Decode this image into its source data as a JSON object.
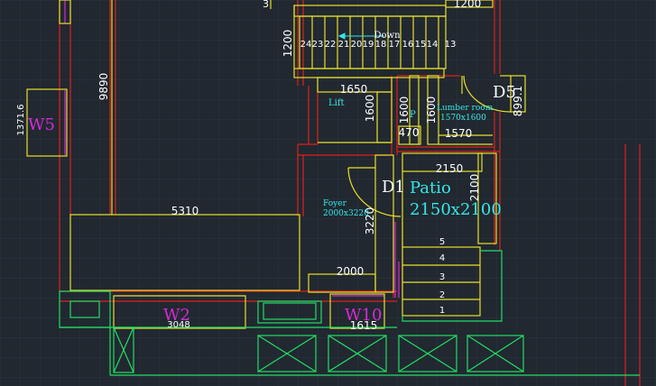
{
  "colors": {
    "background": "#212830",
    "grid": "#2c3540",
    "wall_red": "#e0201c",
    "yellow": "#e8e02a",
    "magenta": "#d62ad6",
    "cyan": "#35e8e8",
    "green": "#22dd66",
    "white": "#ffffff"
  },
  "dimensions": {
    "d_3": "3",
    "d_1200_top": "1200",
    "d_9890": "9890",
    "d_1371_6": "1371.6",
    "d_1200_stair": "1200",
    "d_1650": "1650",
    "d_1600_a": "1600",
    "d_1600_b": "1600",
    "d_1600_c": "1600",
    "d_470": "470",
    "d_1570": "1570",
    "d_899_1": "899.1",
    "d_2150": "2150",
    "d_2100": "2100",
    "d_5310": "5310",
    "d_3220": "3220",
    "d_2000": "2000",
    "d_3048": "3048",
    "d_1615": "1615"
  },
  "stair_top": {
    "steps": [
      "24",
      "23",
      "22",
      "21",
      "20",
      "19",
      "18",
      "17",
      "16",
      "15",
      "14",
      "13"
    ],
    "direction_label": "Down"
  },
  "stair_bottom": {
    "steps": [
      "5",
      "4",
      "3",
      "2",
      "1"
    ]
  },
  "labels": {
    "lift": "Lift",
    "p": "P",
    "lumber_room": "Lumber room",
    "lumber_room_size": "1570x1600",
    "foyer": "Foyer",
    "foyer_size": "2000x3220",
    "patio": "Patio",
    "patio_size": "2150x2100"
  },
  "tags": {
    "w5": "W5",
    "w2": "W2",
    "w10": "W10",
    "d5": "D5",
    "d1": "D1"
  }
}
